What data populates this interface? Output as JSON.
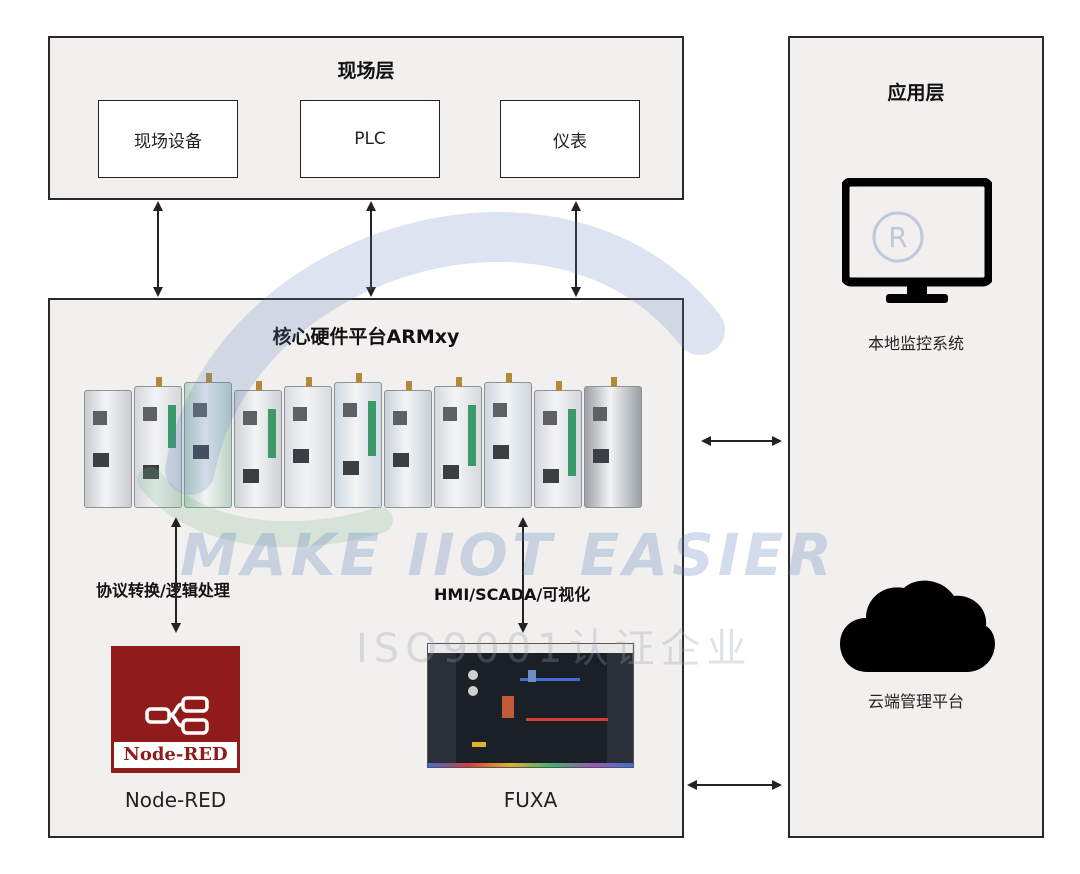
{
  "field_layer": {
    "title": "现场层",
    "boxes": [
      "现场设备",
      "PLC",
      "仪表"
    ]
  },
  "app_layer": {
    "title": "应用层",
    "local_label": "本地监控系统",
    "cloud_label": "云端管理平台"
  },
  "core": {
    "title": "核心硬件平台ARMxy",
    "left_link_label": "协议转换/逻辑处理",
    "right_link_label": "HMI/SCADA/可视化",
    "node_red_caption": "Node-RED",
    "node_red_logo_text": "Node-RED",
    "fuxa_caption": "FUXA"
  },
  "watermark": {
    "slogan": "MAKE IIOT EASIER",
    "iso": "ISO9001认证企业"
  },
  "colors": {
    "panel_bg": "#f2f0ee",
    "border": "#2a2a2a",
    "node_red": "#8f1b1b",
    "watermark": "#5f82be"
  },
  "icons": [
    "monitor-icon",
    "registered-icon",
    "cloud-icon",
    "node-red-logo",
    "fuxa-screenshot"
  ]
}
